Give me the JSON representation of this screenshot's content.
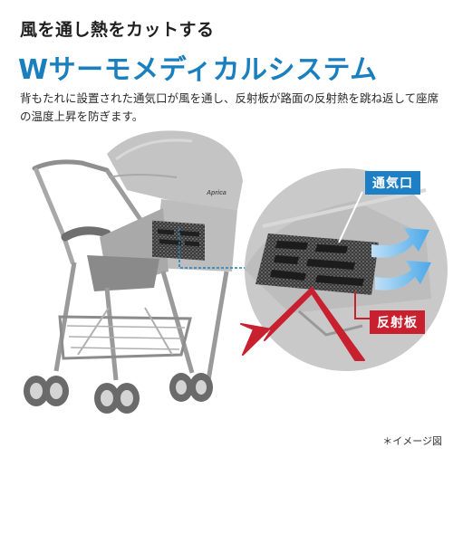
{
  "header": {
    "subtitle": "風を通し熱をカットする",
    "title": "Wサーモメディカルシステム",
    "description": "背もたれに設置された通気口が風を通し、反射板が路面の反射熱を跳ね返して座席の温度上昇を防ぎます。"
  },
  "callouts": {
    "vent": "通気口",
    "reflector": "反射板"
  },
  "brand_logo": "Aprica",
  "note": "＊イメージ図",
  "colors": {
    "accent_blue": "#1a7fbf",
    "callout_blue": "#1f7fc4",
    "callout_red": "#c8202e",
    "arrow_red": "#c8202e",
    "arrow_blue": "#4aa8e8",
    "stroller_gray": "#b9b9b9"
  }
}
